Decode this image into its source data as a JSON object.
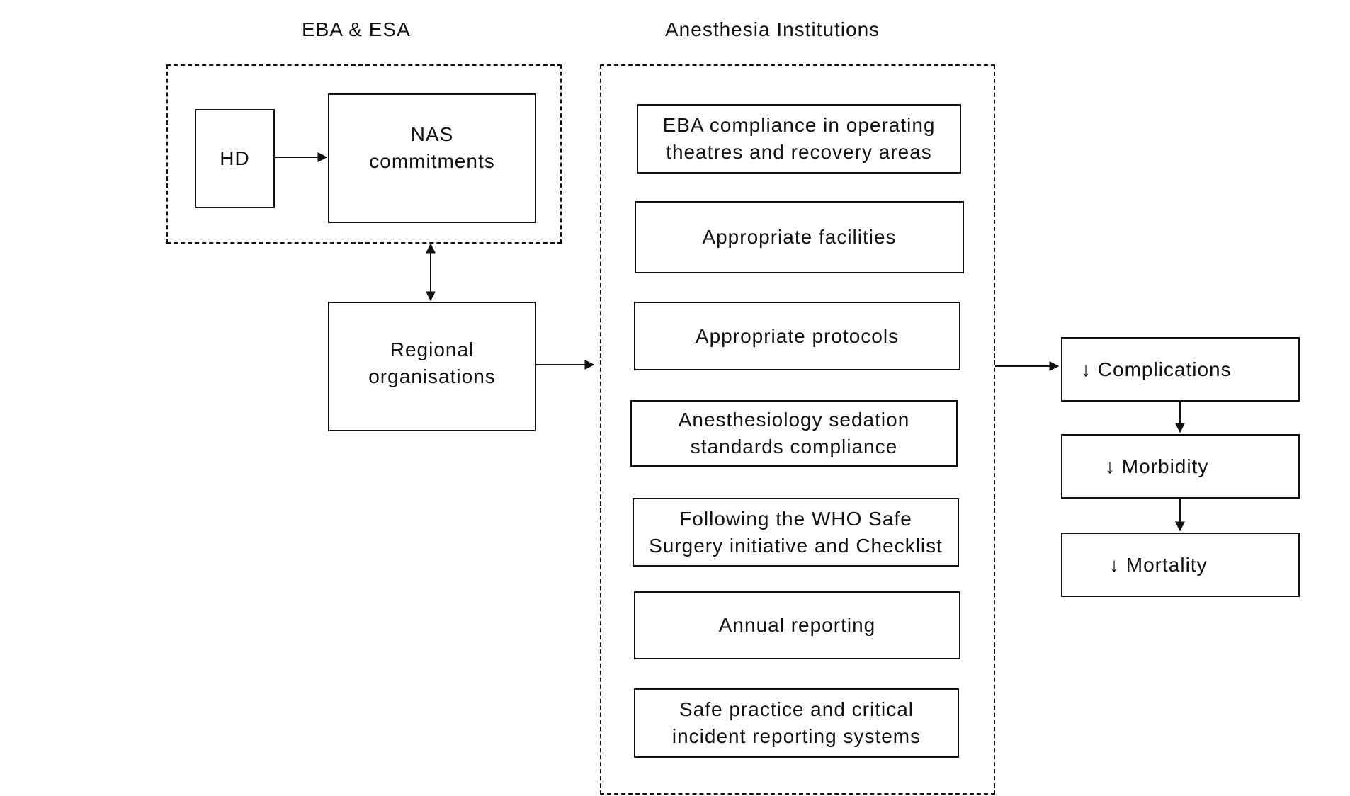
{
  "groups": {
    "eba_esa": {
      "title": "EBA & ESA"
    },
    "institutions": {
      "title": "Anesthesia Institutions"
    }
  },
  "boxes": {
    "hd": "HD",
    "nas": "NAS\ncommitments",
    "regional": "Regional\norganisations"
  },
  "institution_items": [
    "EBA compliance in operating\n theatres and recovery areas",
    "Appropriate facilities",
    "Appropriate protocols",
    "Anesthesiology sedation\nstandards compliance",
    "Following the WHO Safe\nSurgery initiative and Checklist",
    "Annual reporting",
    "Safe practice and critical\nincident reporting systems"
  ],
  "outcomes": [
    "↓ Complications",
    "↓ Morbidity",
    "↓ Mortality"
  ]
}
